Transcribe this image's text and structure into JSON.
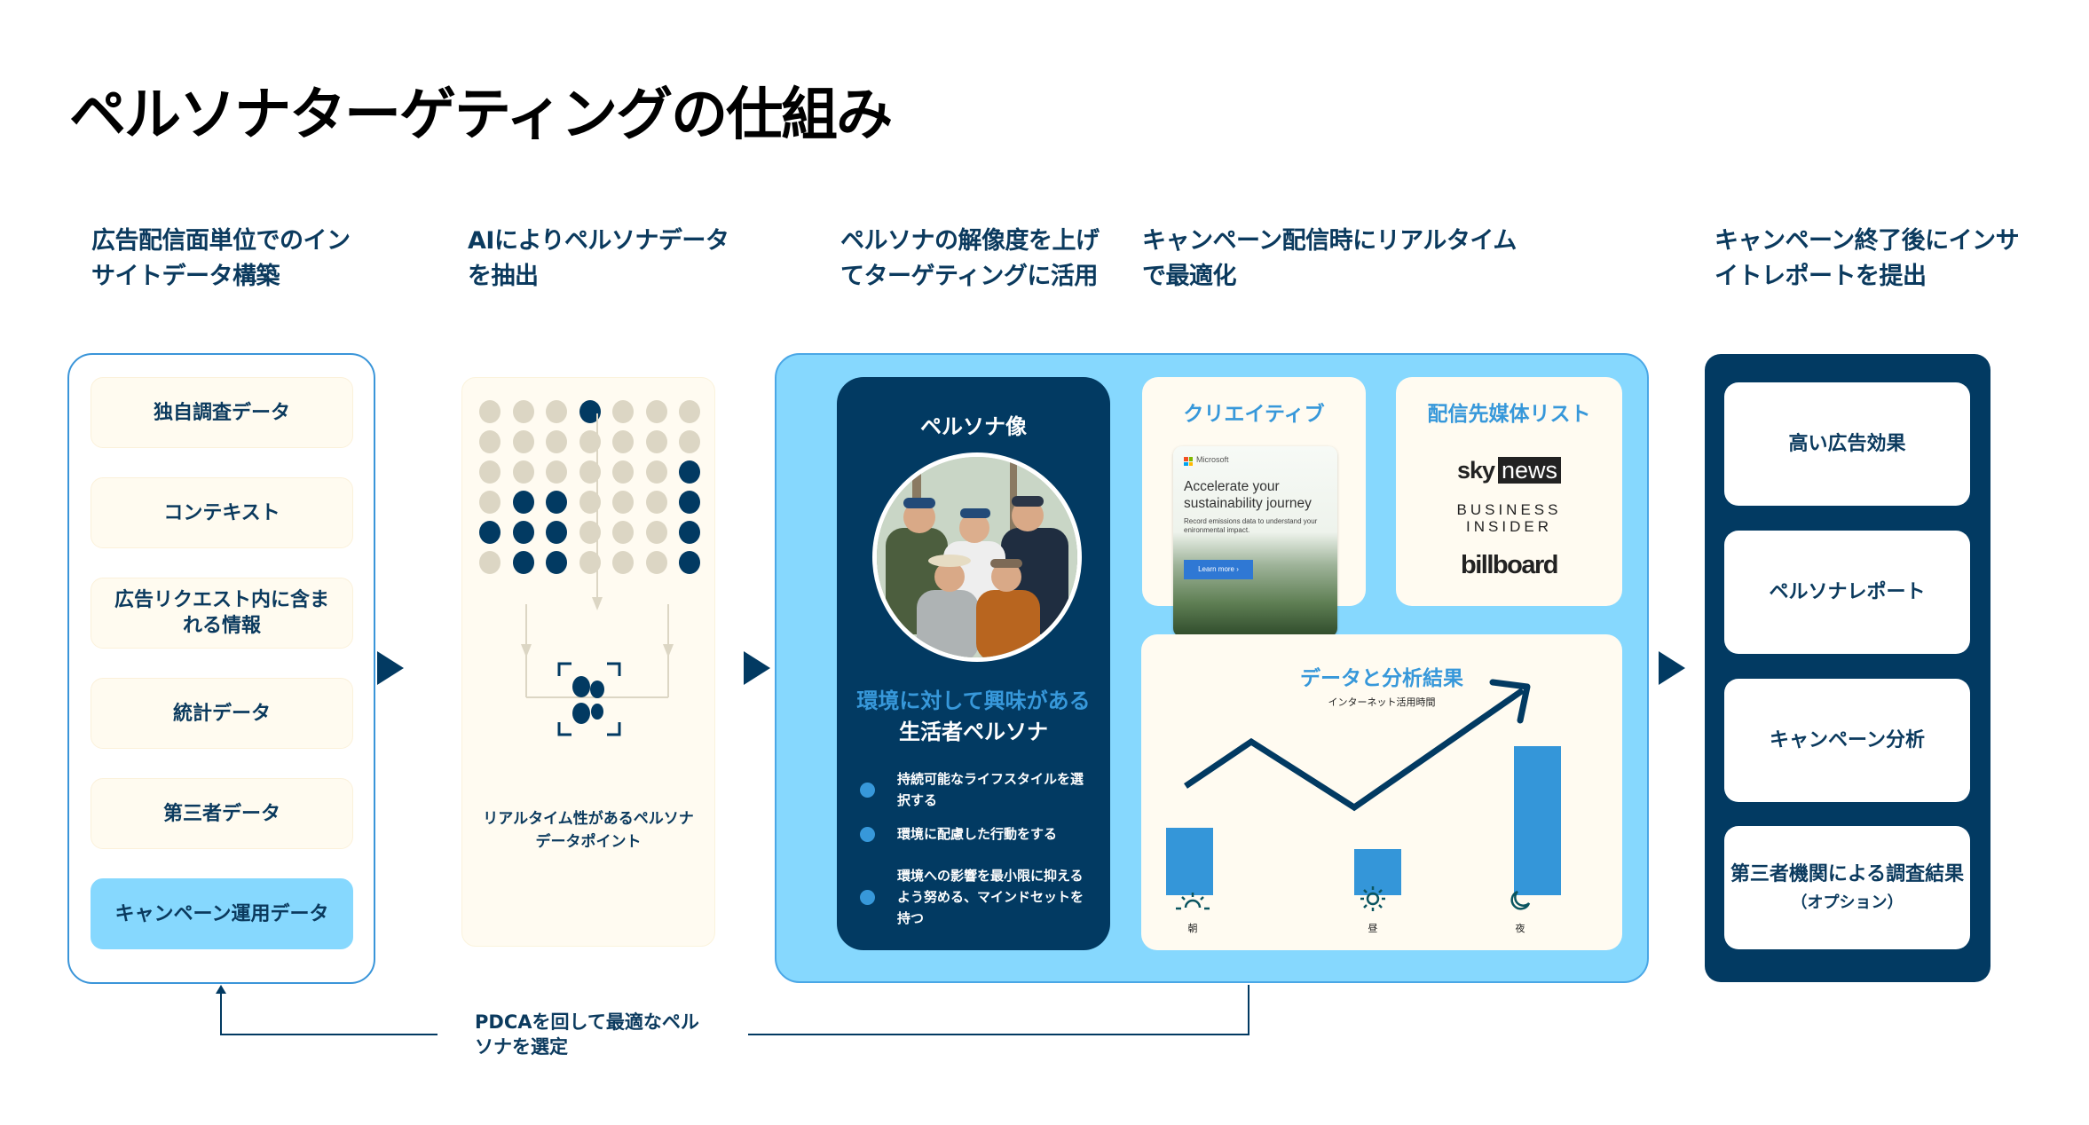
{
  "page": {
    "title": "ペルソナターゲティングの仕組み"
  },
  "steps": [
    {
      "heading_line1": "広告配信面単位でのイン",
      "heading_line2": "サイトデータ構築"
    },
    {
      "heading_line1": "AIによりペルソナデータ",
      "heading_line2": "を抽出"
    },
    {
      "heading_line1": "ペルソナの解像度を上げ",
      "heading_line2": "てターゲティングに活用"
    },
    {
      "heading_line1": "キャンペーン配信時にリアルタイム",
      "heading_line2": "で最適化"
    },
    {
      "heading_line1": "キャンペーン終了後にインサ",
      "heading_line2": "イトレポートを提出"
    }
  ],
  "data_sources": {
    "items": [
      {
        "label": "独自調査データ"
      },
      {
        "label": "コンテキスト"
      },
      {
        "label": "広告リクエスト内に含まれる情報"
      },
      {
        "label": "統計データ"
      },
      {
        "label": "第三者データ"
      },
      {
        "label": "キャンペーン運用データ",
        "highlighted": true
      }
    ]
  },
  "ai_extraction": {
    "grid_cols": 7,
    "grid_rows": 6,
    "active_dots": [
      [
        0,
        3
      ],
      [
        2,
        6
      ],
      [
        3,
        1
      ],
      [
        3,
        2
      ],
      [
        3,
        6
      ],
      [
        4,
        0
      ],
      [
        4,
        1
      ],
      [
        4,
        2
      ],
      [
        4,
        6
      ],
      [
        5,
        1
      ],
      [
        5,
        2
      ],
      [
        5,
        6
      ]
    ],
    "caption_line1": "リアルタイム性があるペルソナ",
    "caption_line2": "データポイント"
  },
  "persona": {
    "title": "ペルソナ像",
    "photo_alt": "group-of-five-people-outdoors",
    "headline_accent": "環境に対して興味がある",
    "headline_main": "生活者ペルソナ",
    "traits": [
      {
        "text": "持続可能なライフスタイルを選択する"
      },
      {
        "text": "環境に配慮した行動をする"
      },
      {
        "text": "環境への影響を最小限に抑えるよう努める、マインドセットを持つ"
      }
    ]
  },
  "creative": {
    "title": "クリエイティブ",
    "ad": {
      "brand": "Microsoft",
      "headline": "Accelerate your sustainability journey",
      "body": "Record emissions data to understand your enironmental impact.",
      "cta": "Learn more ›"
    }
  },
  "media_list": {
    "title": "配信先媒体リスト",
    "outlets": [
      {
        "name_a": "sky",
        "name_b": "news"
      },
      {
        "name_a": "BUSINESS",
        "name_b": "INSIDER"
      },
      {
        "name_a": "billboard"
      }
    ]
  },
  "analysis": {
    "title": "データと分析結果",
    "subtitle": "インターネット活用時間",
    "times": [
      {
        "label": "朝",
        "icon": "sunrise-icon"
      },
      {
        "label": "昼",
        "icon": "sun-icon"
      },
      {
        "label": "夜",
        "icon": "moon-icon"
      }
    ]
  },
  "chart_data": {
    "type": "bar",
    "title": "データと分析結果",
    "subtitle": "インターネット活用時間",
    "categories": [
      "朝",
      "昼",
      "夜"
    ],
    "values": [
      45,
      31,
      100
    ],
    "xlabel": "",
    "ylabel": "",
    "grid": false,
    "overlay": {
      "type": "line-trend-arrow",
      "shape": "up-down-up",
      "points_relative": [
        0.55,
        0.85,
        0.35,
        1.0
      ]
    }
  },
  "results": {
    "items": [
      {
        "label": "高い広告効果"
      },
      {
        "label": "ペルソナレポート"
      },
      {
        "label": "キャンペーン分析"
      },
      {
        "label": "第三者機関による調査結果",
        "sub": "（オプション）"
      }
    ]
  },
  "pdca": {
    "label_line1": "PDCAを回して最適なペル",
    "label_line2": "ソナを選定"
  },
  "colors": {
    "navy": "#023a62",
    "light_blue": "#86d8fe",
    "accent_blue": "#3798da",
    "cream": "#fffbf1",
    "dot_inactive": "#dcd6c4"
  }
}
